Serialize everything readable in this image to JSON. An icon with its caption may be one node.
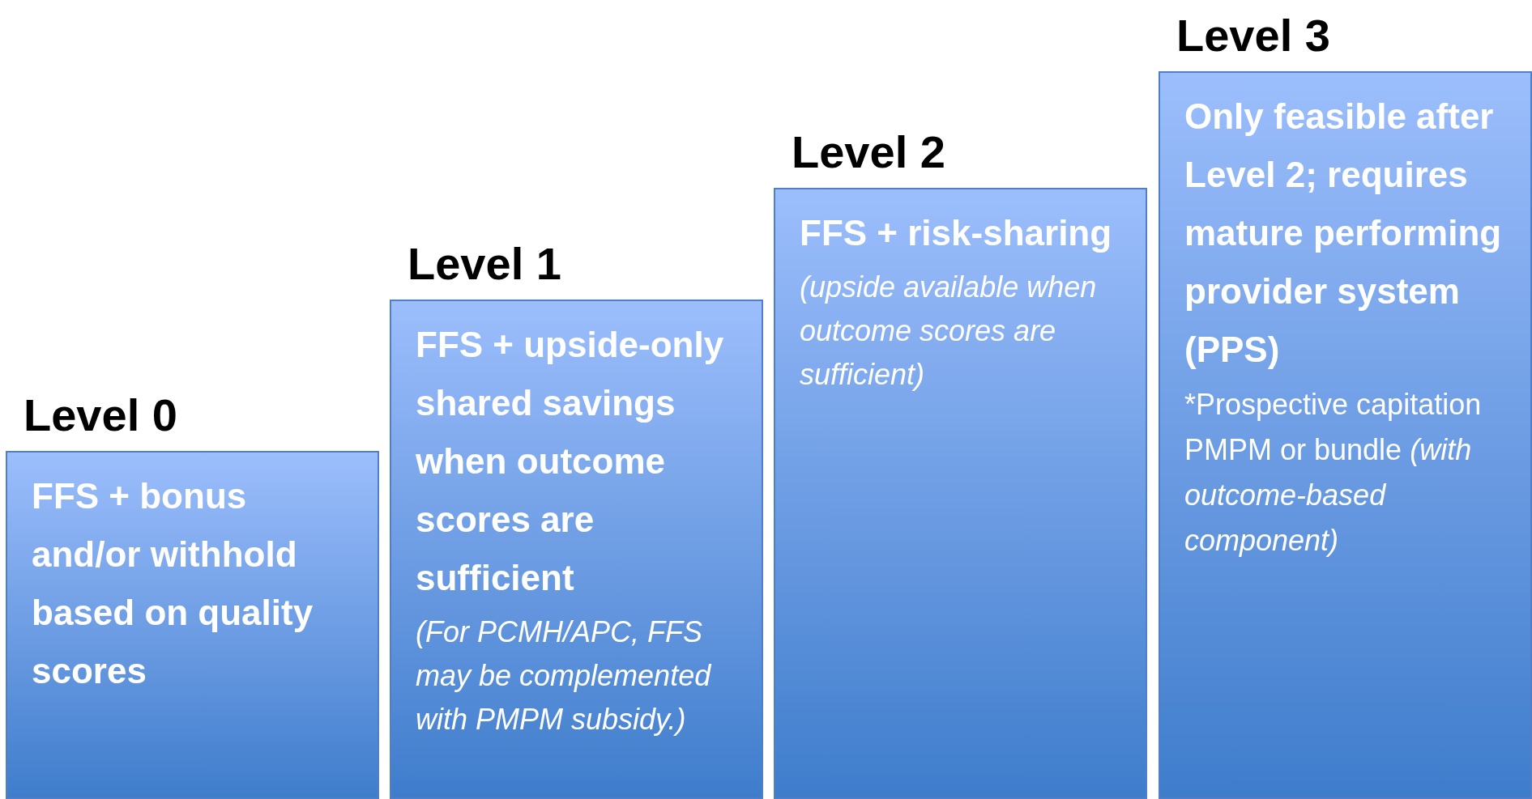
{
  "diagram": {
    "nodes": [
      {
        "text": [
          "Level 0",
          "FFS + bonus and/or withhold based on quality scores"
        ]
      },
      {
        "text": [
          "Level 1",
          "FFS + upside-only shared savings when outcome scores are sufficient",
          "(For PCMH/APC, FFS may be complemented with PMPM subsidy.)"
        ]
      },
      {
        "text": [
          "Level 2",
          "FFS + risk-sharing",
          "(upside available when outcome scores are sufficient)"
        ]
      },
      {
        "text": [
          "Level 3",
          "Only feasible after Level 2; requires mature performing provider system (PPS)",
          "*Prospective capitation PMPM or bundle",
          "(with outcome-based component)"
        ]
      }
    ]
  }
}
